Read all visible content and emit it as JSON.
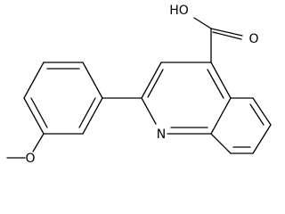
{
  "structure": {
    "atoms": {
      "carboxyl_oh": "HO",
      "carboxyl_o": "O",
      "ring_n": "N",
      "ether_o": "O"
    }
  }
}
